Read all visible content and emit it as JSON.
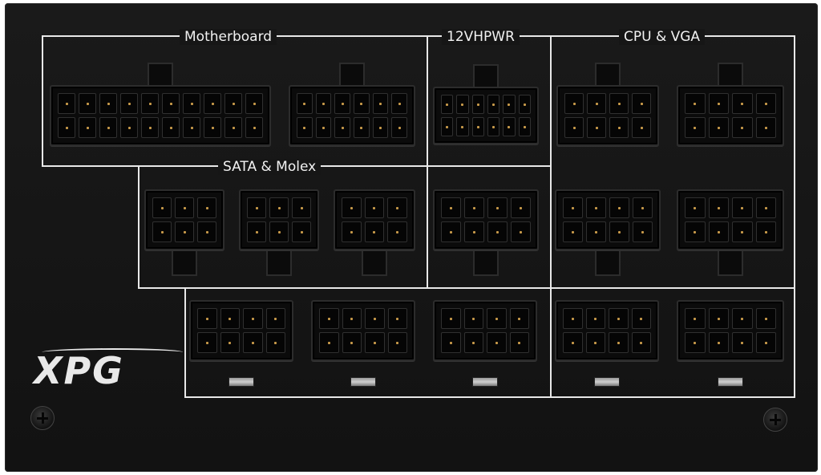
{
  "labels": {
    "motherboard": "Motherboard",
    "twelve_vhpwr": "12VHPWR",
    "cpu_vga": "CPU & VGA",
    "sata_molex": "SATA & Molex"
  },
  "brand": {
    "logo_text": "XPG"
  },
  "colors": {
    "panel": "#161616",
    "outline": "#e8e8e8",
    "connector": "#0b0b0b"
  }
}
